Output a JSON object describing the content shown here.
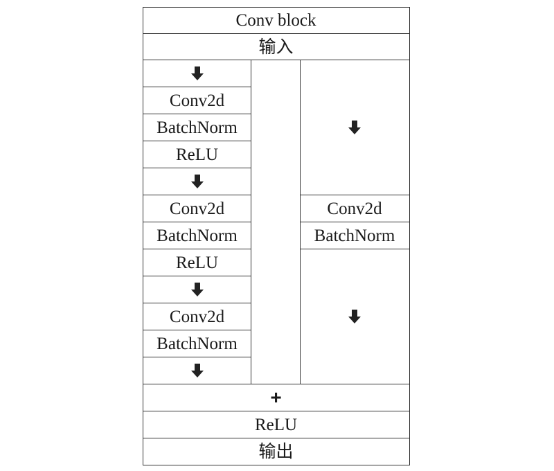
{
  "title": "Conv block",
  "input_label": "输入",
  "left_branch": {
    "layer1": [
      "Conv2d",
      "BatchNorm",
      "ReLU"
    ],
    "layer2": [
      "Conv2d",
      "BatchNorm",
      "ReLU"
    ],
    "layer3": [
      "Conv2d",
      "BatchNorm"
    ]
  },
  "right_branch": {
    "layers": [
      "Conv2d",
      "BatchNorm"
    ]
  },
  "merge_symbol": "+",
  "after_merge_label": "ReLU",
  "output_label": "输出",
  "icons": [
    "down-arrow-icon",
    "plus-icon"
  ],
  "colors": {
    "line": "#333333",
    "text": "#1a1a1a",
    "arrow": "#222222"
  }
}
